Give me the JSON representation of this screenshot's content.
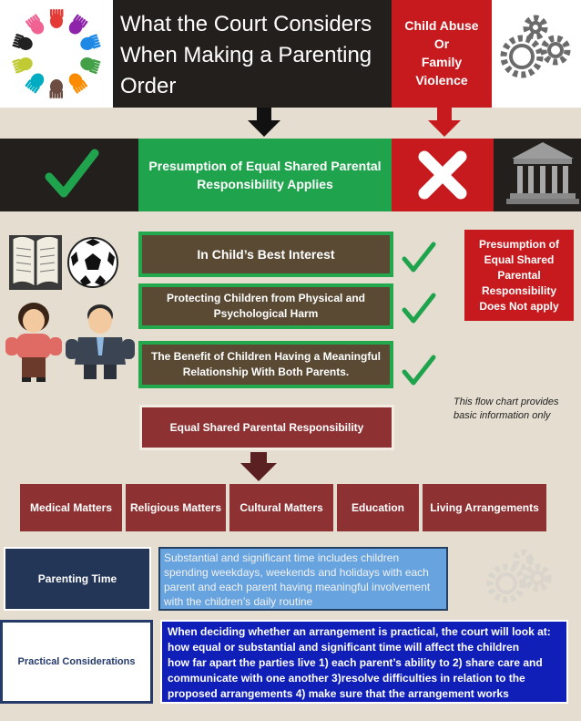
{
  "title": "What the Court Considers When Making a Parenting Order",
  "abuse_box": [
    "Child Abuse",
    "Or",
    "Family",
    "Violence"
  ],
  "presumption_applies": "Presumption of Equal Shared Parental Responsibility Applies",
  "criteria": [
    "In Child’s Best Interest",
    "Protecting Children from Physical and Psychological Harm",
    "The Benefit of Children Having a Meaningful Relationship With Both Parents."
  ],
  "presumption_not_apply": [
    "Presumption of",
    "Equal Shared",
    "Parental",
    "Responsibility",
    "Does Not apply"
  ],
  "note": "This flow chart provides basic information only",
  "equal_shared": "Equal Shared Parental Responsibility",
  "matters": [
    "Medical Matters",
    "Religious Matters",
    "Cultural Matters",
    "Education",
    "Living Arrangements"
  ],
  "parenting_time": {
    "label": "Parenting Time",
    "text": "Substantial and significant time includes children spending weekdays, weekends and holidays with each parent and each parent having meaningful involvement with the children’s daily routine"
  },
  "practical": {
    "label": "Practical Considerations",
    "lines": [
      "When deciding whether an arrangement is practical, the court will look at:",
      "how equal or substantial and significant time will affect the children",
      "how far apart the parties live 1) each parent’s ability to 2) share care and",
      "communicate with one another 3)resolve difficulties in relation to the",
      "proposed arrangements 4) make sure that the arrangement works"
    ]
  },
  "colors": {
    "dark": "#231f1d",
    "red": "#c71a1e",
    "green": "#1fa34c",
    "maroon": "#8e3133",
    "navy": "#233658",
    "blue": "#0f1fb8",
    "light_blue": "#67a3df"
  }
}
